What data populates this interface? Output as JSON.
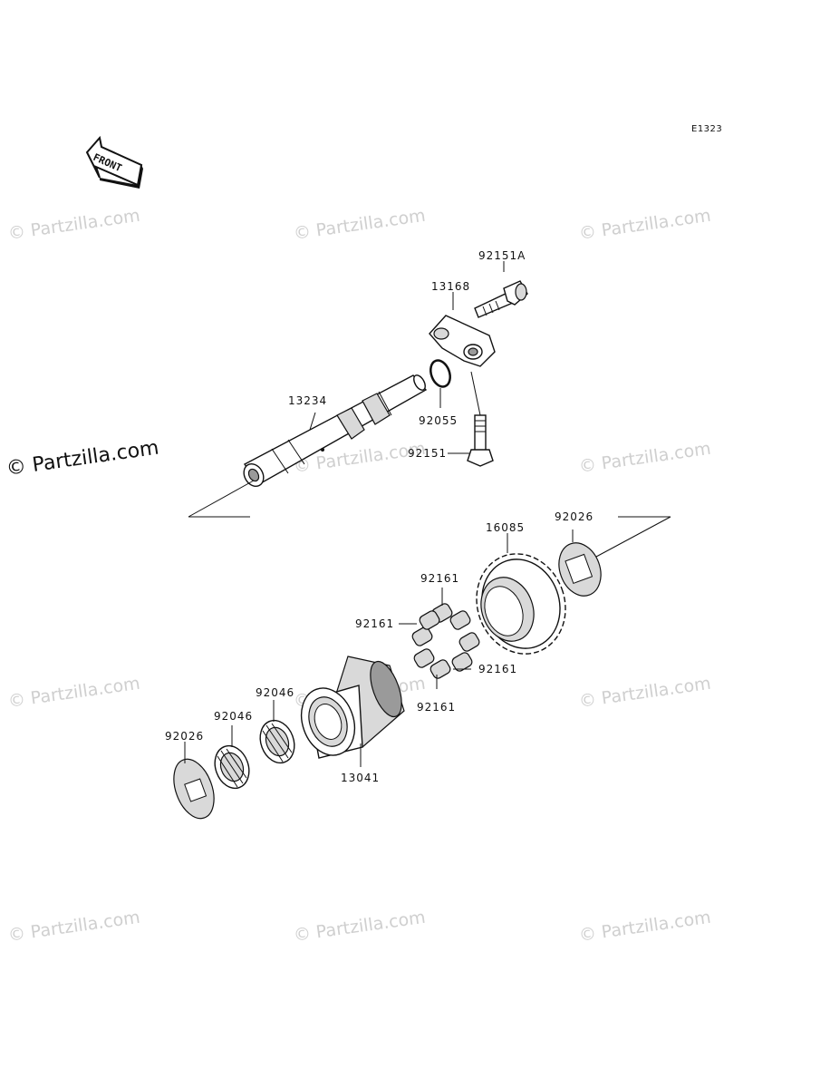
{
  "diagram": {
    "code": "E1323",
    "front_label": "FRONT",
    "watermark_text": "© Partzilla.com",
    "parts": {
      "p92151A": "92151A",
      "p13168": "13168",
      "p92055": "92055",
      "p13234": "13234",
      "p92151": "92151",
      "p16085": "16085",
      "p92026_right": "92026",
      "p92161_top": "92161",
      "p92161_left": "92161",
      "p92161_right": "92161",
      "p92161_bottom": "92161",
      "p92046_right": "92046",
      "p92046_left": "92046",
      "p92026_left": "92026",
      "p13041": "13041"
    }
  }
}
